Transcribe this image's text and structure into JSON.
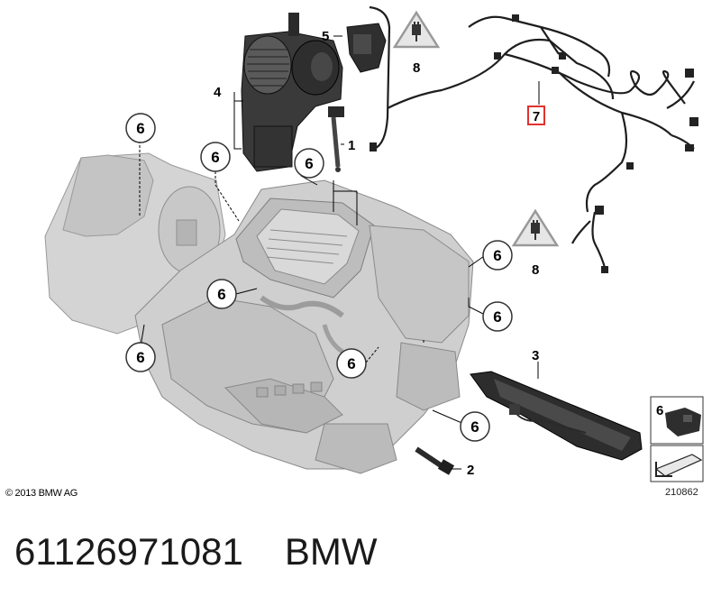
{
  "diagram": {
    "callouts": [
      {
        "id": "c6a",
        "text": "6"
      },
      {
        "id": "c6b",
        "text": "6"
      },
      {
        "id": "c6c",
        "text": "6"
      },
      {
        "id": "c6d",
        "text": "6"
      },
      {
        "id": "c6e",
        "text": "6"
      },
      {
        "id": "c6f",
        "text": "6"
      },
      {
        "id": "c6g",
        "text": "6"
      },
      {
        "id": "c6h",
        "text": "6"
      },
      {
        "id": "c6i",
        "text": "6"
      }
    ],
    "part_labels": {
      "p1": "1",
      "p2": "2",
      "p3": "3",
      "p4": "4",
      "p5": "5",
      "p7": "7",
      "p8a": "8",
      "p8b": "8"
    },
    "legend_box": {
      "number": "6"
    },
    "copyright": "© 2013 BMW AG",
    "image_number": "210862"
  },
  "caption": {
    "part_number": "61126971081",
    "brand": "BMW"
  },
  "colors": {
    "housing_fill": "#cfcfcf",
    "housing_stroke": "#8a8a8a",
    "dark_part": "#2b2b2b",
    "highlight_box": "#e0322f",
    "wire": "#1e1e1e",
    "warning_fill": "#e4e4e4"
  }
}
